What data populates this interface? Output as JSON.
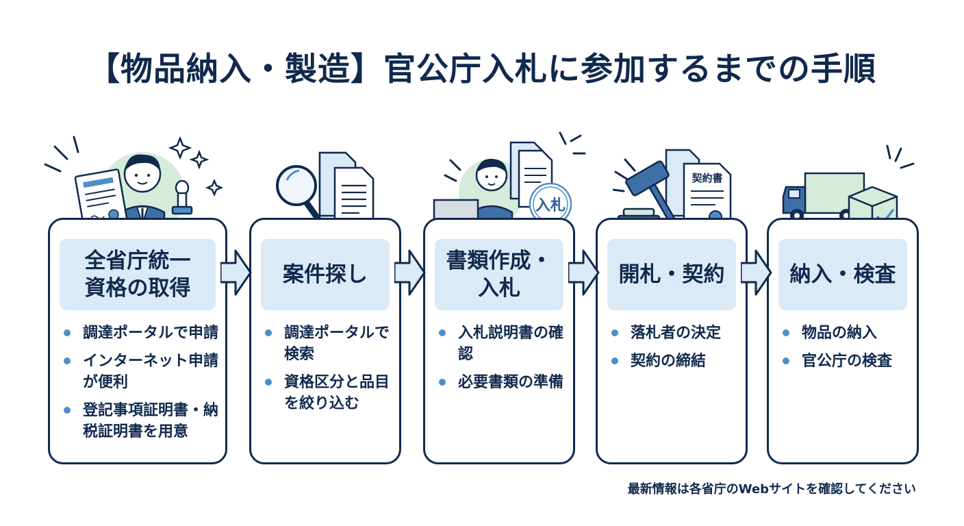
{
  "title": "【物品納入・製造】官公庁入札に参加するまでの手順",
  "steps": [
    {
      "heading_lines": [
        "全省庁統一",
        "資格の取得"
      ],
      "bullets": [
        "調達ポータルで申請",
        "インターネット申請が便利",
        "登記事項証明書・納税証明書を用意"
      ],
      "icon": "person-with-certificate-and-stamp-icon"
    },
    {
      "heading_lines": [
        "案件探し"
      ],
      "bullets": [
        "調達ポータルで検索",
        "資格区分と品目を絞り込む"
      ],
      "icon": "magnifier-documents-icon"
    },
    {
      "heading_lines": [
        "書類作成・",
        "入札"
      ],
      "bullets": [
        "入札説明書の確認",
        "必要書類の準備"
      ],
      "icon": "person-laptop-bid-stamp-icon",
      "stamp_text": "入札"
    },
    {
      "heading_lines": [
        "開札・契約"
      ],
      "bullets": [
        "落札者の決定",
        "契約の締結"
      ],
      "icon": "gavel-contract-icon",
      "contract_label": "契約書"
    },
    {
      "heading_lines": [
        "納入・検査"
      ],
      "bullets": [
        "物品の納入",
        "官公庁の検査"
      ],
      "icon": "truck-package-icon"
    }
  ],
  "footnote": "最新情報は各省庁のWebサイトを確認してください",
  "colors": {
    "navy": "#10294d",
    "head_fill": "#dbeaf7",
    "bullet_dot": "#4d8fc6",
    "accent_green": "#d4ecd9"
  }
}
